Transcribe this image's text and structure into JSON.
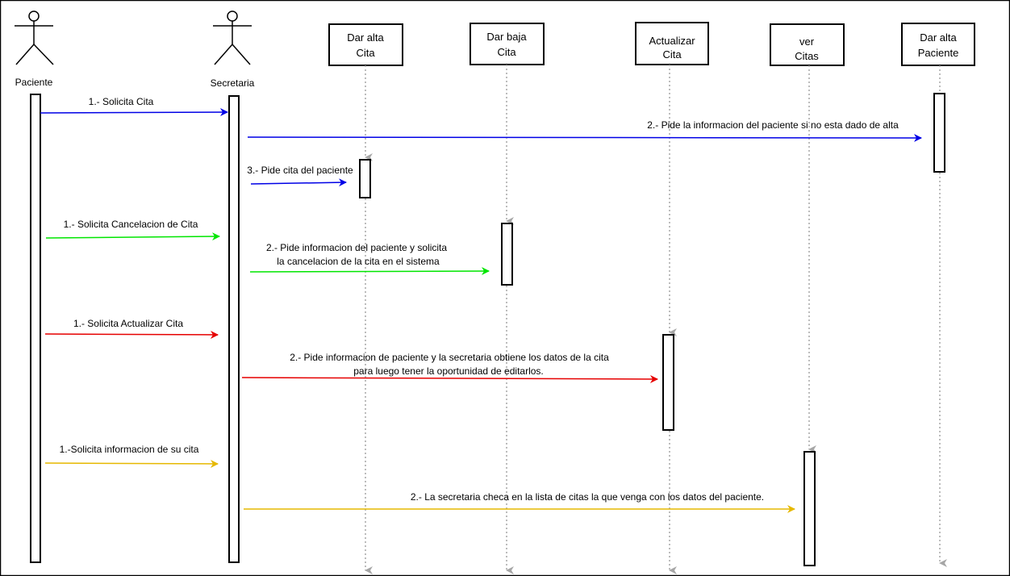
{
  "actors": [
    {
      "id": "paciente",
      "label": "Paciente"
    },
    {
      "id": "secretaria",
      "label": "Secretaria"
    }
  ],
  "objects": [
    {
      "id": "dar-alta-cita",
      "lines": [
        "Dar alta",
        "Cita"
      ]
    },
    {
      "id": "dar-baja-cita",
      "lines": [
        "Dar baja",
        "Cita"
      ]
    },
    {
      "id": "actualizar-cita",
      "lines": [
        "Actualizar",
        "Cita"
      ]
    },
    {
      "id": "ver-citas",
      "lines": [
        "ver",
        "Citas"
      ]
    },
    {
      "id": "dar-alta-paciente",
      "lines": [
        "Dar alta",
        "Paciente"
      ]
    }
  ],
  "messages": [
    {
      "id": "m1",
      "lines": [
        "1.- Solicita Cita"
      ],
      "color": "#0000e6"
    },
    {
      "id": "m2",
      "lines": [
        "2.- Pide la informacion del paciente si no esta dado de alta"
      ],
      "color": "#0000e6"
    },
    {
      "id": "m3",
      "lines": [
        "3.- Pide cita del paciente"
      ],
      "color": "#0000e6"
    },
    {
      "id": "m4",
      "lines": [
        "1.- Solicita Cancelacion de Cita"
      ],
      "color": "#00e600"
    },
    {
      "id": "m5",
      "lines": [
        "2.- Pide informacion del paciente y solicita",
        "la cancelacion de la cita en el sistema"
      ],
      "color": "#00e600"
    },
    {
      "id": "m6",
      "lines": [
        "1.- Solicita Actualizar Cita"
      ],
      "color": "#e60000"
    },
    {
      "id": "m7",
      "lines": [
        "2.- Pide informacion de paciente y la secretaria obtiene los datos de la cita",
        "para luego tener la oportunidad de editarlos."
      ],
      "color": "#e60000"
    },
    {
      "id": "m8",
      "lines": [
        "1.-Solicita informacion de su cita"
      ],
      "color": "#e6b800"
    },
    {
      "id": "m9",
      "lines": [
        "2.- La secretaria checa en la lista de citas la que venga con los datos del paciente."
      ],
      "color": "#e6b800"
    }
  ]
}
